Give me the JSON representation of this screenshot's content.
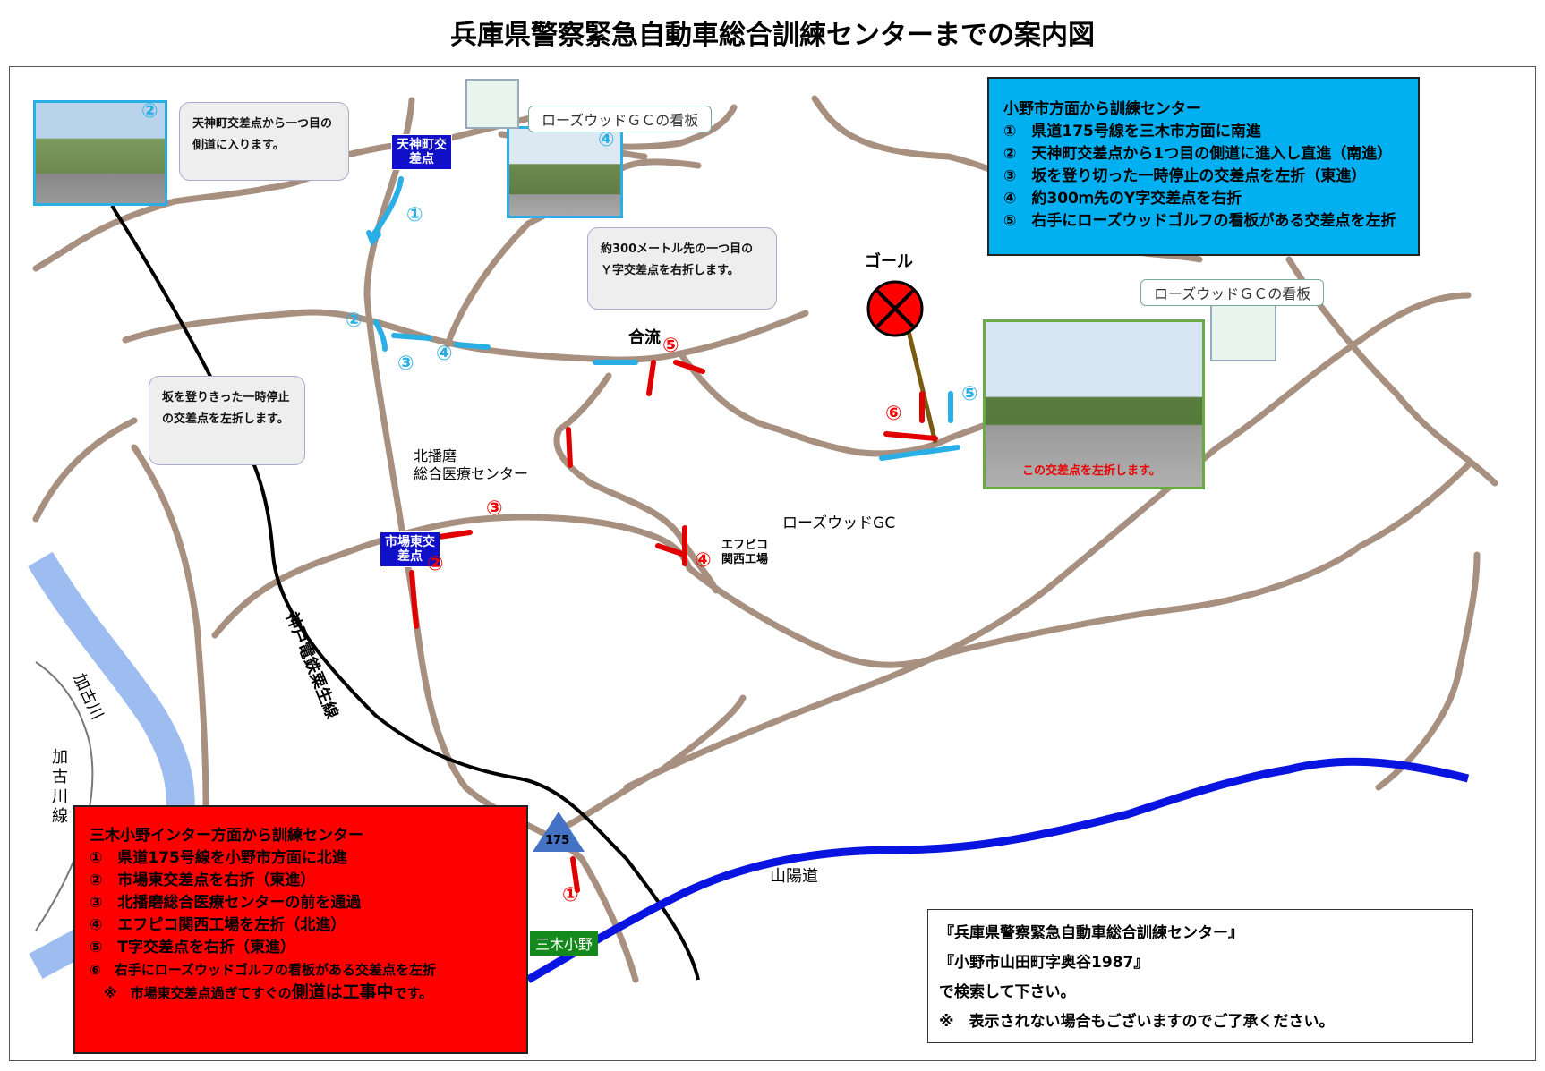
{
  "title": "兵庫県警察緊急自動車総合訓練センターまでの案内図",
  "north_route": {
    "heading": "小野市方面から訓練センター",
    "steps": [
      "①　県道175号線を三木市方面に南進",
      "②　天神町交差点から1つ目の側道に進入し直進（南進）",
      "③　坂を登り切った一時停止の交差点を左折（東進）",
      "④　約300ｍ先のY字交差点を右折",
      "⑤　右手にローズウッドゴルフの看板がある交差点を左折"
    ]
  },
  "south_route": {
    "heading": "三木小野インター方面から訓練センター",
    "steps": [
      "①　県道175号線を小野市方面に北進",
      "②　市場東交差点を右折（東進）",
      "③　北播磨総合医療センターの前を通過",
      "④　エフピコ関西工場を左折（北進）",
      "⑤　T字交差点を右折（東進）",
      "⑥　右手にローズウッドゴルフの看板がある交差点を左折"
    ],
    "note_prefix": "※　市場東交差点過ぎてすぐの",
    "note_emphasis": "側道は工事中",
    "note_suffix": "です。"
  },
  "search": {
    "line1": "『兵庫県警察緊急自動車総合訓練センター』",
    "line2": "『小野市山田町字奥谷1987』",
    "line3": "で検索して下さい。",
    "line4": "※　表示されない場合もございますのでご了承ください。"
  },
  "callouts": {
    "c1": "天神町交差点から一つ目の側道に入ります。",
    "c2": "約300メートル先の一つ目のＹ字交差点を右折します。",
    "c3": "坂を登りきった一時停止の交差点を左折します。"
  },
  "map_labels": {
    "tenjin": "天神町交差点",
    "ichiba": "市場東交差点",
    "hospital_line1": "北播磨",
    "hospital_line2": "総合医療センター",
    "goal": "ゴール",
    "gouryu": "合流",
    "rosewood": "ローズウッドGC",
    "fpco_line1": "エフピコ",
    "fpco_line2": "関西工場",
    "railway": "神戸電鉄粟生線",
    "river": "加古川",
    "kakogawa_line": "加古川線",
    "sanyo": "山陽道",
    "miki_ono": "三木小野",
    "route": "175",
    "sign1": "ローズウッドＧＣの看板",
    "sign2": "ローズウッドＧＣの看板",
    "photo_caption": "この交差点を左折します。"
  },
  "markers": {
    "blue": [
      "①",
      "②",
      "③",
      "④",
      "⑤"
    ],
    "red": [
      "①",
      "②",
      "③",
      "④",
      "⑤",
      "⑥"
    ]
  },
  "colors": {
    "road": "#a89080",
    "river": "#9dbdf0",
    "expressway": "#0a14e0",
    "railway": "#000000",
    "north_route": "#29aee6",
    "south_route": "#e00000",
    "blue_box": "#00b0f0",
    "red_box": "#ff0000"
  }
}
